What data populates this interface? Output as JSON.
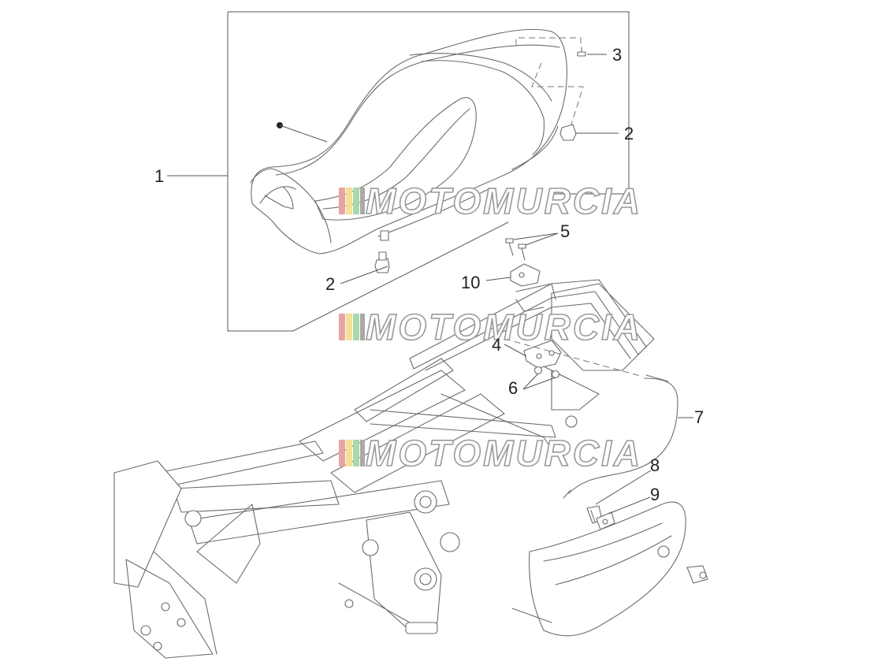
{
  "callouts": [
    "1",
    "2",
    "2",
    "3",
    "4",
    "5",
    "6",
    "7",
    "8",
    "9",
    "10"
  ],
  "watermark": {
    "text": "MOTOMURCIA",
    "stripe_colors": [
      "#e9a3a3",
      "#f3e09a",
      "#a9d8a9",
      "#a9a9a9"
    ]
  },
  "parts": {
    "seat": "seat",
    "frame": "rear-frame",
    "latch": "seat-lock",
    "cable": "release-cable",
    "side_panel": "side-cover",
    "bracket": "lock-bracket"
  }
}
